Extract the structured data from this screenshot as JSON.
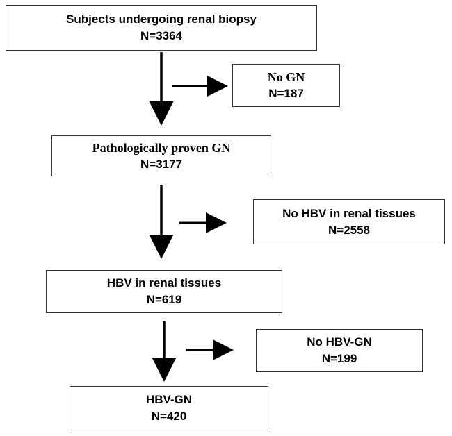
{
  "boxes": {
    "subjects": {
      "label": "Subjects undergoing renal biopsy",
      "count": "N=3364"
    },
    "no_gn": {
      "label": "No GN",
      "count": "N=187"
    },
    "proven_gn": {
      "label": "Pathologically proven GN",
      "count": "N=3177"
    },
    "no_hbv_tissue": {
      "label": "No HBV in renal tissues",
      "count": "N=2558"
    },
    "hbv_tissue": {
      "label": "HBV in renal tissues",
      "count": "N=619"
    },
    "no_hbv_gn": {
      "label": "No HBV-GN",
      "count": "N=199"
    },
    "hbv_gn": {
      "label": "HBV-GN",
      "count": "N=420"
    }
  }
}
